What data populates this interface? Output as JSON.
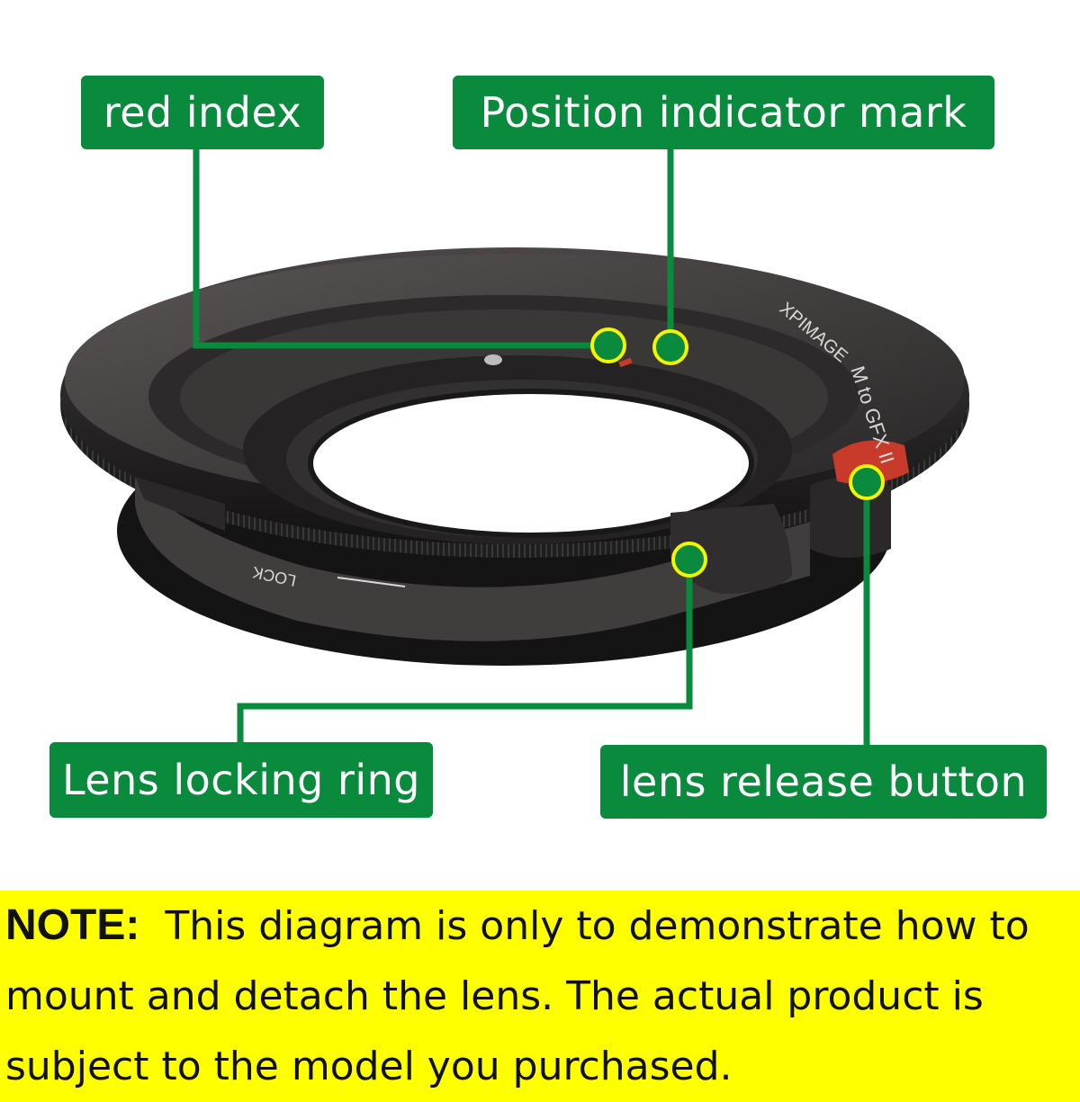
{
  "colors": {
    "label_bg": "#0a8a3c",
    "leader_line": "#0a8a3c",
    "dot_fill": "#0a8a3c",
    "dot_ring": "#f5f500",
    "note_bg": "#ffff00",
    "adapter_body": "#2b2a2a",
    "release_button": "#c83a2a"
  },
  "labels": {
    "red_index": "red index",
    "position_indicator": "Position indicator mark",
    "lens_locking_ring": "Lens locking ring",
    "lens_release_button": "lens release button"
  },
  "adapter": {
    "brand": "XPIMAGE",
    "model": "M to GFX II",
    "lock_text": "LOCK"
  },
  "note": {
    "prefix": "NOTE:",
    "line1": "This diagram is only to demonstrate how to",
    "line2": "mount and detach the lens. The actual product is",
    "line3": "subject to the model you purchased."
  }
}
